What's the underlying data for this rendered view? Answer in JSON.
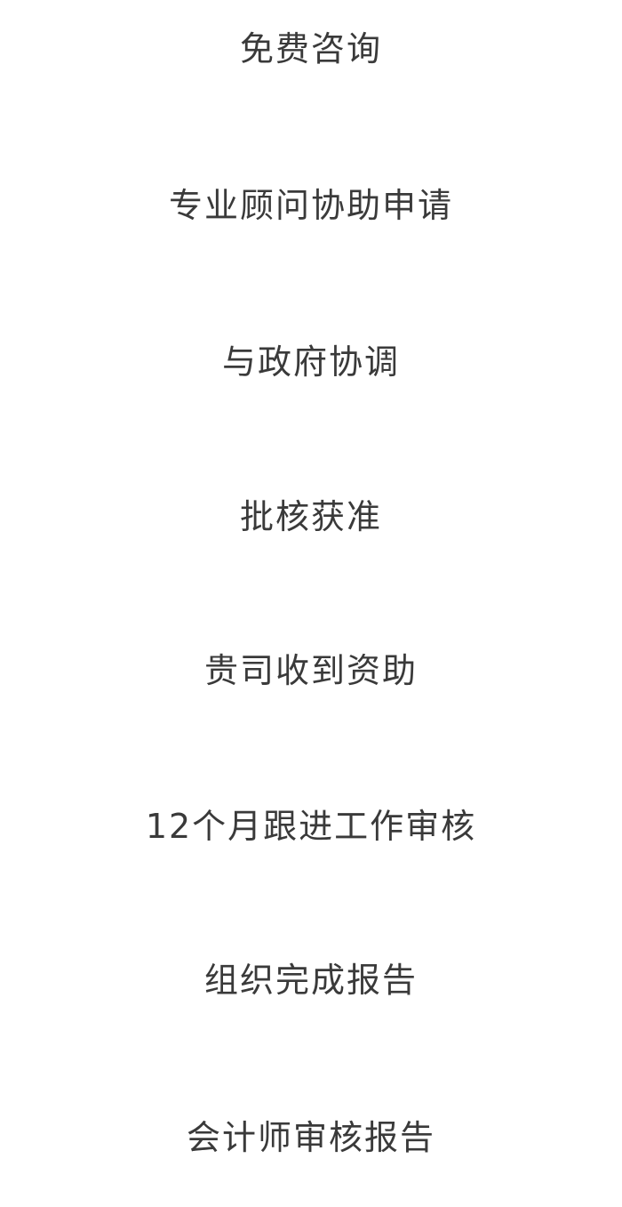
{
  "steps": [
    {
      "label": "免费咨询"
    },
    {
      "label": "专业顾问协助申请"
    },
    {
      "label": "与政府协调"
    },
    {
      "label": "批核获准"
    },
    {
      "label": "贵司收到资助"
    },
    {
      "label": "12个月跟进工作审核"
    },
    {
      "label": "组织完成报告"
    },
    {
      "label": "会计师审核报告"
    }
  ],
  "colors": {
    "text": "#3a3a3a",
    "background": "#ffffff"
  }
}
